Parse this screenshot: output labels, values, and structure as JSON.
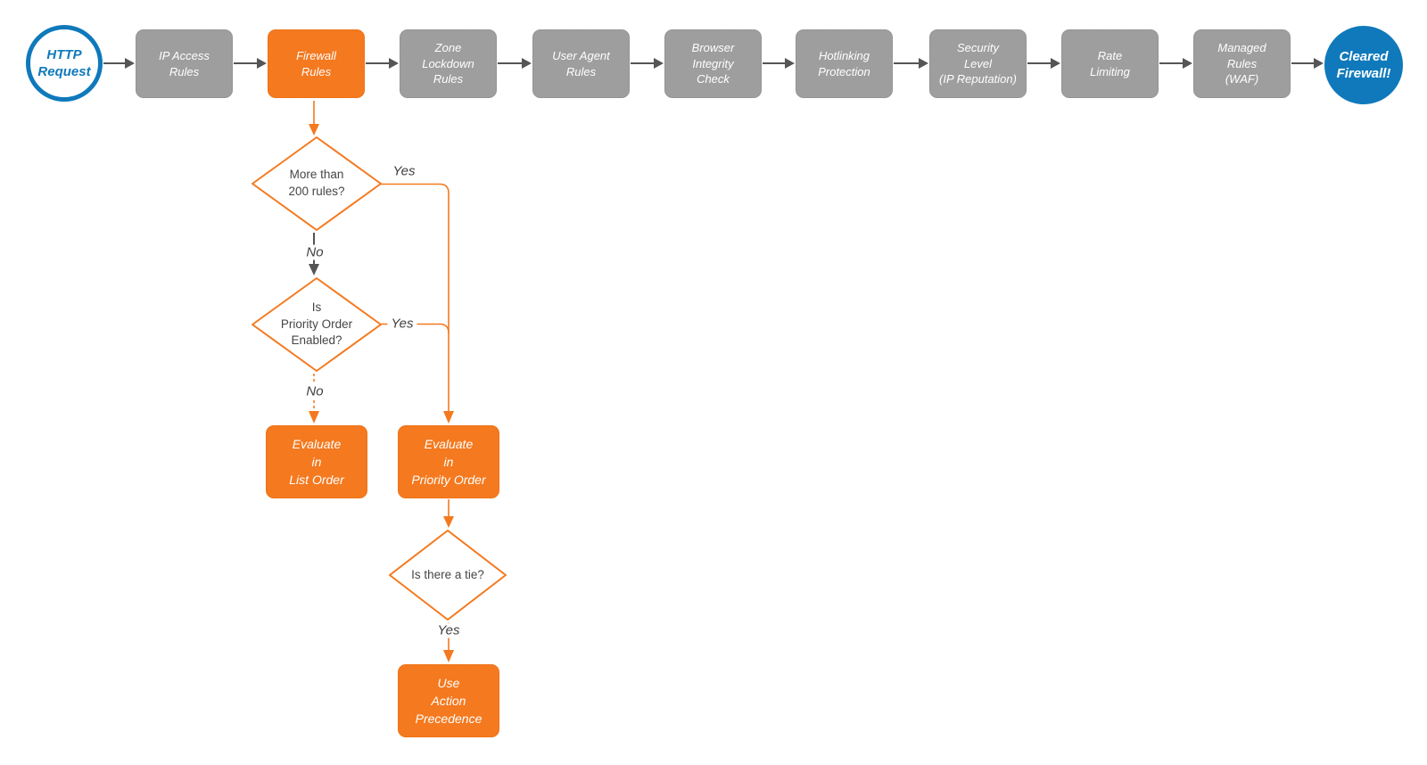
{
  "colors": {
    "orange": "#f4791f",
    "blue": "#0f79bb",
    "stage_gray": "#9e9e9e",
    "arrow_gray": "#555555",
    "text_dark": "#464646"
  },
  "pipeline": {
    "start_label": "HTTP\nRequest",
    "end_label": "Cleared\nFirewall!",
    "stages": [
      {
        "label": "IP Access\nRules",
        "highlighted": false
      },
      {
        "label": "Firewall\nRules",
        "highlighted": true
      },
      {
        "label": "Zone\nLockdown\nRules",
        "highlighted": false
      },
      {
        "label": "User Agent\nRules",
        "highlighted": false
      },
      {
        "label": "Browser\nIntegrity\nCheck",
        "highlighted": false
      },
      {
        "label": "Hotlinking\nProtection",
        "highlighted": false
      },
      {
        "label": "Security\nLevel\n(IP Reputation)",
        "highlighted": false
      },
      {
        "label": "Rate\nLimiting",
        "highlighted": false
      },
      {
        "label": "Managed\nRules\n(WAF)",
        "highlighted": false
      }
    ]
  },
  "decision_flow": {
    "decisions": {
      "more_than_200_rules": {
        "question": "More than\n200 rules?",
        "yes_label": "Yes",
        "no_label": "No"
      },
      "priority_order_enabled": {
        "question": "Is\nPriority Order\nEnabled?",
        "yes_label": "Yes",
        "no_label": "No"
      },
      "is_there_a_tie": {
        "question": "Is there a tie?",
        "yes_label": "Yes"
      }
    },
    "actions": {
      "evaluate_list_order": {
        "label": "Evaluate\nin\nList Order"
      },
      "evaluate_priority_order": {
        "label": "Evaluate\nin\nPriority Order"
      },
      "use_action_precedence": {
        "label": "Use\nAction\nPrecedence"
      }
    }
  }
}
